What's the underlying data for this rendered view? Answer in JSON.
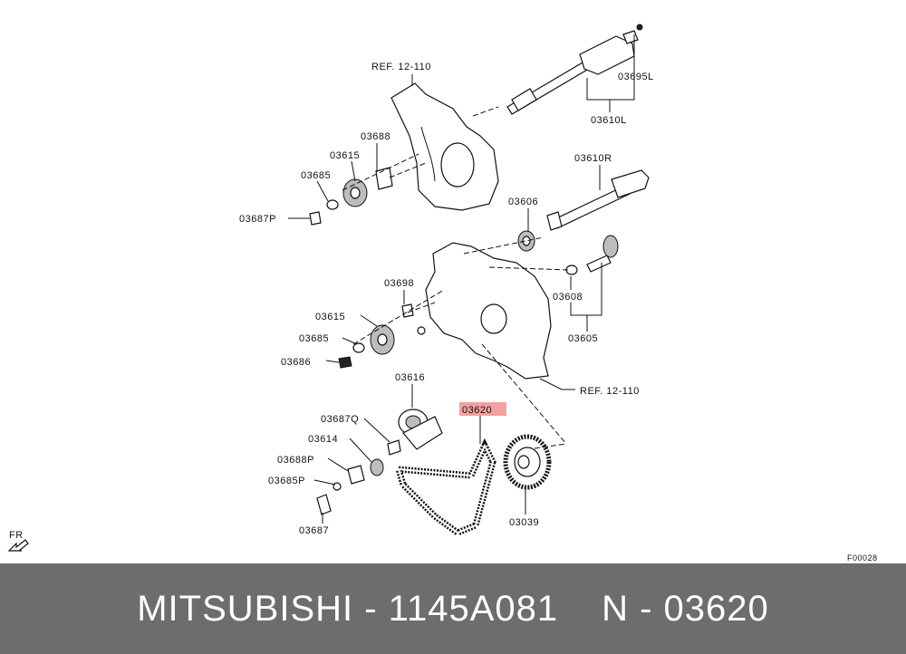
{
  "labels": {
    "ref_top": "REF. 12-110",
    "ref_mid": "REF. 12-110",
    "p03695L": "03695L",
    "p03610L": "03610L",
    "p03688": "03688",
    "p03615a": "03615",
    "p03685a": "03685",
    "p03687P": "03687P",
    "p03610R": "03610R",
    "p03606": "03606",
    "p03698": "03698",
    "p03608": "03608",
    "p03615b": "03615",
    "p03685b": "03685",
    "p03686": "03686",
    "p03605": "03605",
    "p03616": "03616",
    "p03620": "03620",
    "p03687Q": "03687Q",
    "p03614": "03614",
    "p03688P": "03688P",
    "p03685P": "03685P",
    "p03687": "03687",
    "p03039": "03039",
    "fr": "FR",
    "fig_code": "F00028"
  },
  "highlight_color": "#f4a0a0",
  "footer": {
    "brand": "MITSUBISHI - 1145A081",
    "part_no": "N - 03620",
    "background": "#6d6d6d"
  }
}
